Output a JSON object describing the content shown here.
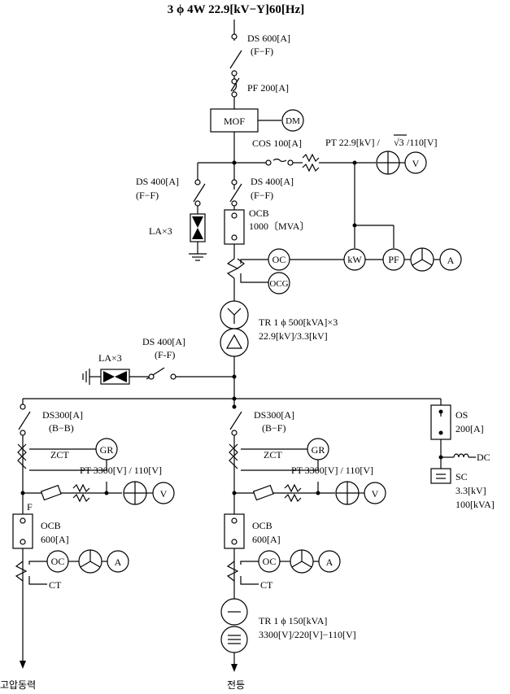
{
  "title": "3 ϕ 4W 22.9[kV−Y]60[Hz]",
  "incoming": {
    "ds_label": "DS 600[A]",
    "ds_sub": "(F−F)",
    "pf_label": "PF 200[A]",
    "mof_label": "MOF",
    "dm_label": "DM",
    "cos_label": "COS 100[A]",
    "pt_label": "PT 22.9[kV] /",
    "pt_sqrt": "√3",
    "pt_tail": "/110[V]",
    "v_label": "V"
  },
  "left_la": {
    "ds_label": "DS 400[A]",
    "ds_sub": "(F−F)",
    "la_label": "LA×3"
  },
  "main_ocb": {
    "ds_label": "DS 400[A]",
    "ds_sub": "(F−F)",
    "ocb_label": "OCB",
    "ocb_rating": "1000〔MVA〕",
    "oc_label": "OC",
    "ocg_label": "OCG",
    "kw_label": "kW",
    "pf_meter_label": "PF",
    "a_label": "A"
  },
  "main_tr": {
    "label": "TR 1 ϕ 500[kVA]×3",
    "ratio": "22.9[kV]/3.3[kV]"
  },
  "secondary_la": {
    "la_label": "LA×3",
    "ds_label": "DS 400[A]",
    "ds_sub": "(F-F)"
  },
  "feeder_left": {
    "ds_label": "DS300[A]",
    "ds_sub": "(B−B)",
    "gr_label": "GR",
    "zct_label": "ZCT",
    "pt_label": "PT 3300[V] / 110[V]",
    "v_label": "V",
    "f_label": "F",
    "ocb_label": "OCB",
    "ocb_rating": "600[A]",
    "oc_label": "OC",
    "a_label": "A",
    "ct_label": "CT",
    "out_label": "고압동력"
  },
  "feeder_center": {
    "ds_label": "DS300[A]",
    "ds_sub": "(B−F)",
    "gr_label": "GR",
    "zct_label": "ZCT",
    "pt_label": "PT 3300[V] / 110[V]",
    "v_label": "V",
    "ocb_label": "OCB",
    "ocb_rating": "600[A]",
    "oc_label": "OC",
    "a_label": "A",
    "ct_label": "CT",
    "tr_label": "TR 1 ϕ 150[kVA]",
    "tr_ratio": "3300[V]/220[V]−110[V]",
    "out_label": "전등"
  },
  "feeder_right": {
    "os_label": "OS",
    "os_rating": "200[A]",
    "dc_label": "DC",
    "sc_label": "SC",
    "sc_v": "3.3[kV]",
    "sc_kva": "100[kVA]"
  }
}
